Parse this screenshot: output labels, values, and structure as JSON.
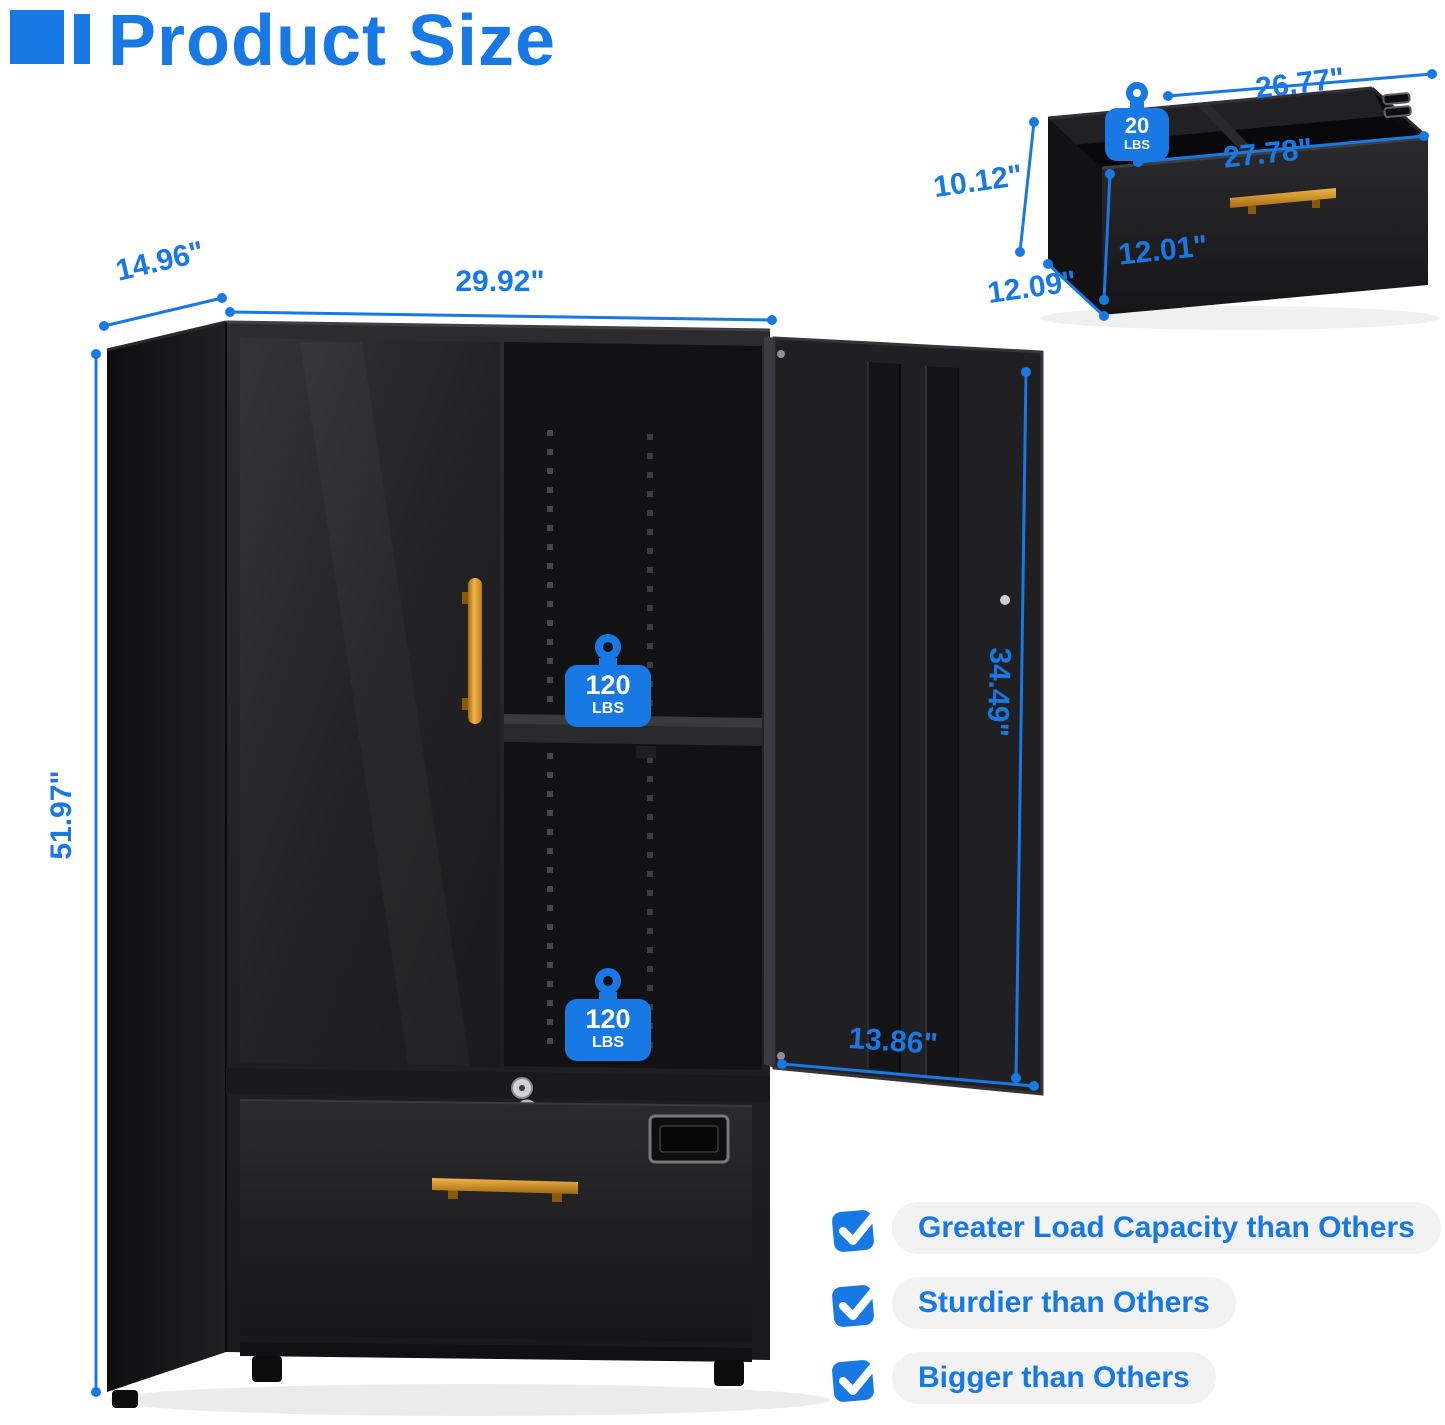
{
  "page": {
    "title": "Product Size"
  },
  "cabinet": {
    "dims": {
      "width": "29.92\"",
      "depth": "14.96\"",
      "height": "51.97\"",
      "door_height": "34.49\"",
      "door_width": "13.86\""
    },
    "shelf_capacity_top": {
      "value": "120",
      "unit": "LBS"
    },
    "shelf_capacity_bottom": {
      "value": "120",
      "unit": "LBS"
    }
  },
  "drawer": {
    "dims": {
      "top_width": "26.77\"",
      "front_width": "27.78\"",
      "side_height": "10.12\"",
      "front_height": "12.01\"",
      "depth": "12.09\""
    },
    "capacity": {
      "value": "20",
      "unit": "LBS"
    }
  },
  "features": [
    {
      "label": "Greater Load Capacity than Others"
    },
    {
      "label": "Sturdier than Others"
    },
    {
      "label": "Bigger than Others"
    }
  ],
  "colors": {
    "accent_blue": "#1879E4",
    "handle_gold": "#E2A23B",
    "cabinet_black": "#1C1C1E"
  }
}
